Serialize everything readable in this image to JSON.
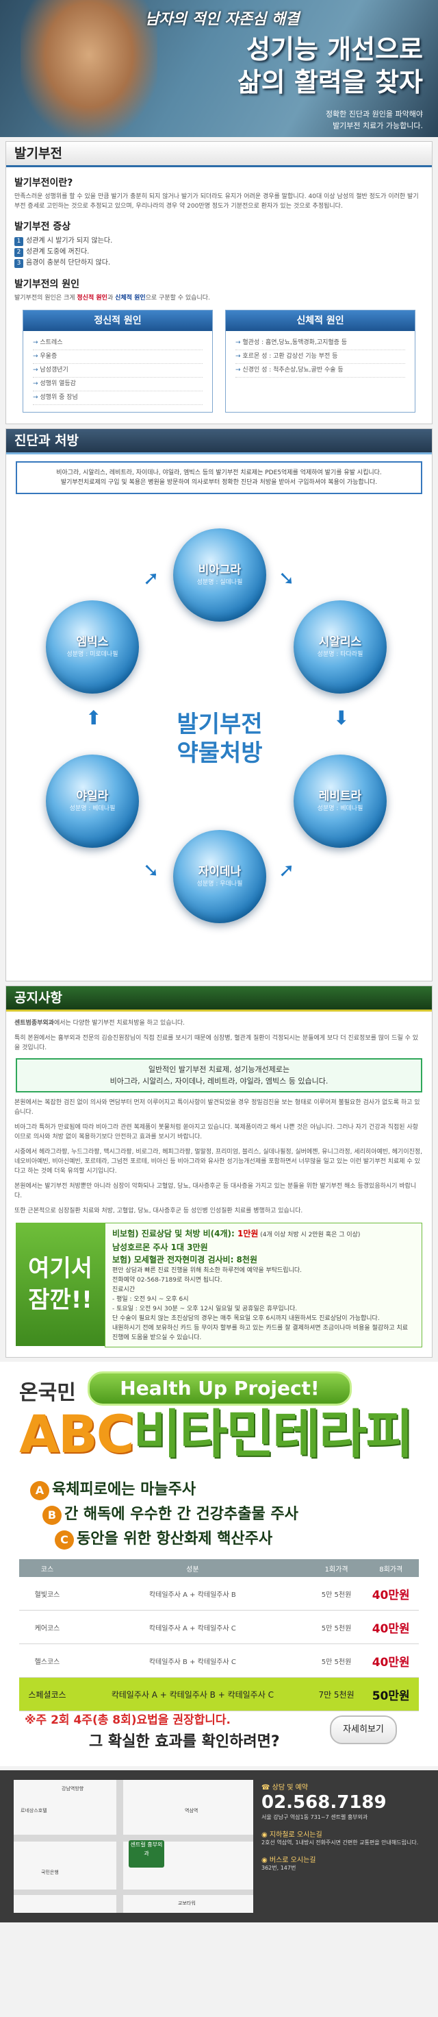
{
  "hero": {
    "slogan": "남자의 적인 자존심 해결",
    "title_line1": "성기능 개선으로",
    "title_line2": "삶의 활력을 찾자",
    "sub_line1": "정확한 진단과 원인을 파악해야",
    "sub_line2": "발기부전 치료가 가능합니다."
  },
  "ed": {
    "section_title": "발기부전",
    "what_title": "발기부전이란?",
    "what_text": "만족스러운 성행위를 할 수 있을 만큼 발기가 충분히 되지 않거나 발기가 되더라도 유지가 어려운 경우를 말합니다. 40대 이상 남성의 절반 정도가 이러한 발기부전 증세로 고민하는 것으로 추정되고 있으며, 우리나라의 경우 약 200만명 정도가 기분전으로 환자가 있는 것으로 추정됩니다.",
    "symptom_title": "발기부전 증상",
    "symptoms": [
      "1",
      "성관계 시 발기가 되지 않는다.",
      "2",
      "성관계 도중에 꺼진다.",
      "3",
      "음경이 충분히 단단하지 않다."
    ],
    "cause_title": "발기부전의 원인",
    "cause_text_a": "발기부전의 원인은 크게 ",
    "cause_text_b": "정신적 원인",
    "cause_text_c": "과 ",
    "cause_text_d": "신체적 원인",
    "cause_text_e": "으로 구분할 수 있습니다.",
    "mental_title": "정신적 원인",
    "mental_items": [
      "스트레스",
      "우울증",
      "남성갱년기",
      "성행위 열등감",
      "성행위 중 장넘"
    ],
    "physical_title": "신체적 원인",
    "physical_items": [
      "혈관성 : 흡연,당뇨,동맥경화,고지혈증 등",
      "호르몬 성 : 고환 갑상선 기능 부전 등",
      "신경인 성 : 척추손상,당뇨,골반 수술 등"
    ]
  },
  "treat": {
    "section_title": "진단과 처방",
    "intro_line1": "비아그라, 시알리스, 레비트라, 자이데나, 야일라, 엠빅스 등의 발기부전 치료제는 PDE5억제를 억제하여 발기를 유발 시킵니다.",
    "intro_line2": "발기부전치료제의 구입 및 복용은 병원을 방문하여 의사로부터 정확한 진단과 처방을 받아서 구입하셔야 복용이 가능합니다.",
    "center_line1": "발기부전",
    "center_line2": "약물처방",
    "drugs": [
      {
        "name": "비아그라",
        "sub": "성분명 : 실데나필"
      },
      {
        "name": "시알리스",
        "sub": "성분명 : 타다라필"
      },
      {
        "name": "레비트라",
        "sub": "성분명 : 베데나필"
      },
      {
        "name": "자이데나",
        "sub": "성분명 : 우데나필"
      },
      {
        "name": "야일라",
        "sub": "성분명 : 베데나필"
      },
      {
        "name": "엠빅스",
        "sub": "성분명 : 미로데나필"
      }
    ]
  },
  "notice": {
    "section_title": "공지사항",
    "clinic": "센트범종부외과",
    "p1": "에서는 다양한 발기부전 치료처방을 하고 있습니다.",
    "p2": "특히 본원에서는 흉부외과 전문의 김승진원장님이 직접 진료를 보시기 때문에 심장병, 혈관계 질환이 걱정되시는 분들에게 보다 더 진료정보를 많이 드릴 수 있을 것입니다.",
    "box_line1": "일반적인 발기부전 치료제, 성기능개선제로는",
    "box_line2": "비아그라, 시알리스, 자이데나, 레비트라, 야일라, 엠빅스 등 있습니다.",
    "p3": "본원에서는 복잡한 검진 없이 의사와 면담부터 먼저 이루어지고 특이사항이 발견되었을 경우 정밀검진을 보는 형태로 이루어져 불필요한 검사가 없도록 하고 있습니다.",
    "p4": "비아그라 특허가 만료됨에 따라 비아그라 관련 복제품이 봇물처럼 쏟아지고 있습니다. 복제품이라고 해서 나쁜 것은 아닙니다. 그러나 자기 건강과 직접된 사항 이므로 의사와 처방 없이 복용하기보다 안전하고 효과를 보시기 바랍니다.",
    "p5": "시중에서 헤라그라팡, 누드그라팡, 맥시그라팡, 비로그라, 헤피그라팡, 멀말정, 프리미엄, 블리스, 실데나필정, 실버에젠, 유니그라정, 세리히아예빈, 헤기이진정, 네오비아예빈, 비아신예빈, 포르테라, 그넘전 포르테, 비아신 등 비아그라와 유사한 성기능개선제를 포함하면서 너무많을 일고 있는 이런 발기부전 치료제 수 있다고 하는 것에 더욱 유의할 시기입니다.",
    "p6": "본원에서는 발기부전 처방뿐만 아니라 심장이 악화되나 고혈압, 당뇨, 대사증후군 등 대사증을 가지고 있는 분들을 위한 발기부전 해소 등경있음하시기 바랍니다.",
    "p7": "또한 근본적으로 심장질환 치료와 처방, 고혈압, 당뇨, 대사증후군 등 성인병 인성질환 치료를 병행하고 있습니다.",
    "wait_big1": "여기서",
    "wait_big2": "잠깐!!",
    "wait_l1a": "비보험) 진료상담 및 처방 비(4개): ",
    "wait_l1b": "1만원",
    "wait_l1c": " (4개 이상 처방 시 2만원 혹은 그 이상)",
    "wait_l2": "남성호르몬 주사 1대 3만원",
    "wait_l3": "보험) 모세혈관 전자현미경 검사비: 8천원",
    "wait_items": [
      "편안 상담과 빠른 진료 진행을 위해 최소한 하루전에 예약을 부탁드립니다.",
      "전화예약 02-568-7189로 하시면 됩니다.",
      "진료시간",
      "- 평일 : 오전 9시 ~ 오후 6시",
      "- 토요일 : 오전 9시 30분 ~ 오후 12시 일요일 및 공휴일은 휴무입니다.",
      "단 수술이 필요치 않는 초진상담의 경우는 매주 목요일 오후 6시까지 내원하셔도 진료상담이 가능합니다.",
      "내원하시기 전에 보유하신 카드 등 무이자 할부를 하고 있는 카드를 잘 결제하셔면 조금이나마 비용을 절감하고 치료 진행에 도움을 받으실 수 있습니다."
    ]
  },
  "abc": {
    "prefix": "온국민",
    "project": "Health Up Project!",
    "title_abc": "ABC",
    "title_rest": "비타민테라피",
    "items": [
      {
        "letter": "A",
        "text": "육체피로에는 마늘주사",
        "color": "#e8870f"
      },
      {
        "letter": "B",
        "text": "간 해독에 우수한 간 건강추출물 주사",
        "color": "#e8870f"
      },
      {
        "letter": "C",
        "text": "동안을 위한 항산화제 핵산주사",
        "color": "#e8870f"
      }
    ],
    "table_headers": [
      "코스",
      "성분",
      "1회가격",
      "8회가격"
    ],
    "rows": [
      [
        "혈빛코스",
        "칵테일주사 A + 칵테일주사 B",
        "5만 5천원",
        "40만원"
      ],
      [
        "케어코스",
        "칵테일주사 A + 칵테일주사 C",
        "5만 5천원",
        "40만원"
      ],
      [
        "헬스코스",
        "칵테일주사 B + 칵테일주사 C",
        "5만 5천원",
        "40만원"
      ],
      [
        "스페셜코스",
        "칵테일주사 A + 칵테일주사 B + 칵테일주사 C",
        "7만 5천원",
        "50만원"
      ]
    ],
    "note1": "※주 2회 4주(총 8회)요법을 권장합니다.",
    "note2": "그 확실한 효과를 확인하려면?",
    "more": "자세히보기"
  },
  "contact": {
    "reservation": "상담 및 예약",
    "tel": "02.568.7189",
    "address": "서울 강남구 역삼1동 731~7 센트렐 흉부외과",
    "subway_title": "지하철로 오시는길",
    "subway_text": "2호선 역삼역, 1내방시 전화주시면 간편한 교통편을 안내해드립니다.",
    "bus_title": "버스로 오시는길",
    "bus_text": "362번, 147번",
    "map_labels": [
      "강남역방향",
      "르네상스호텔",
      "역삼역",
      "센트럴 흉부외과",
      "국민은행",
      "교보타워"
    ]
  }
}
